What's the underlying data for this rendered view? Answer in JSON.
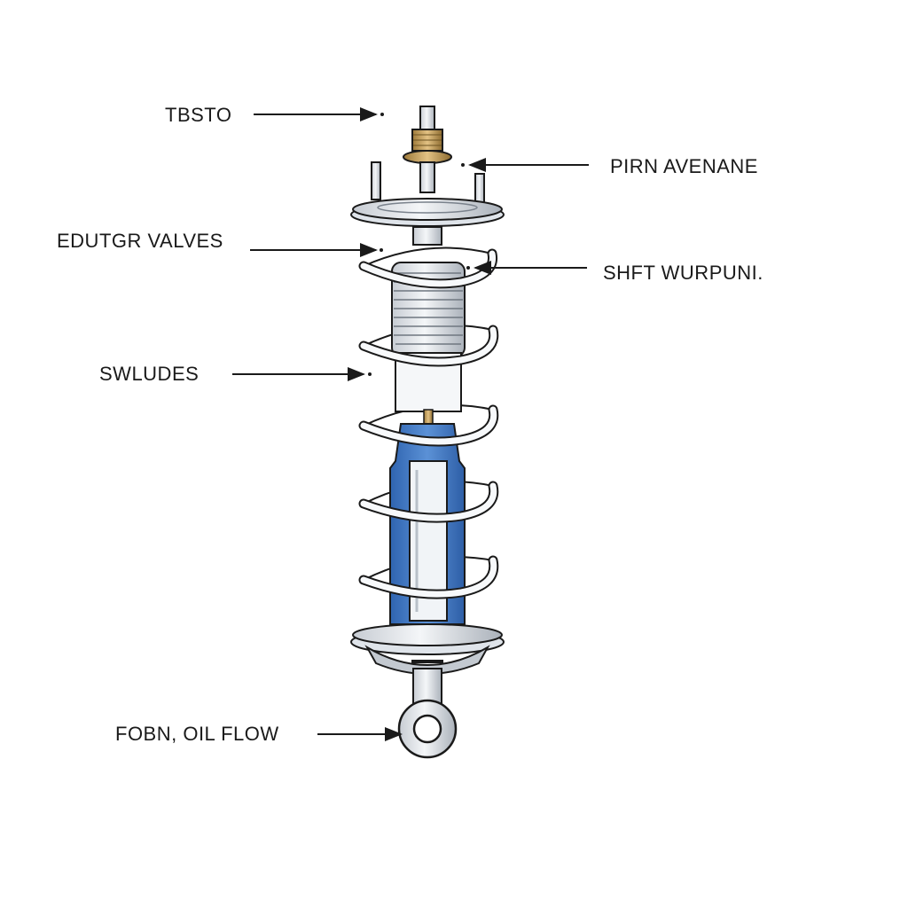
{
  "labels": {
    "tbsto": "TBSTO",
    "pirn_avenane": "PIRN  AVENANE",
    "edutgr_valves": "EDUTGR VALVES",
    "shft_wurpuni": "SHFT WURPUNI.",
    "swludes": "SWLUDES",
    "fobn_oil_flow": "FOBN, OIL FLOW"
  },
  "colors": {
    "ink": "#1a1a1a",
    "oil_blue": "#3f78c4",
    "brass": "#c8a25c",
    "metal": "#e9edf2",
    "background": "#ffffff"
  }
}
